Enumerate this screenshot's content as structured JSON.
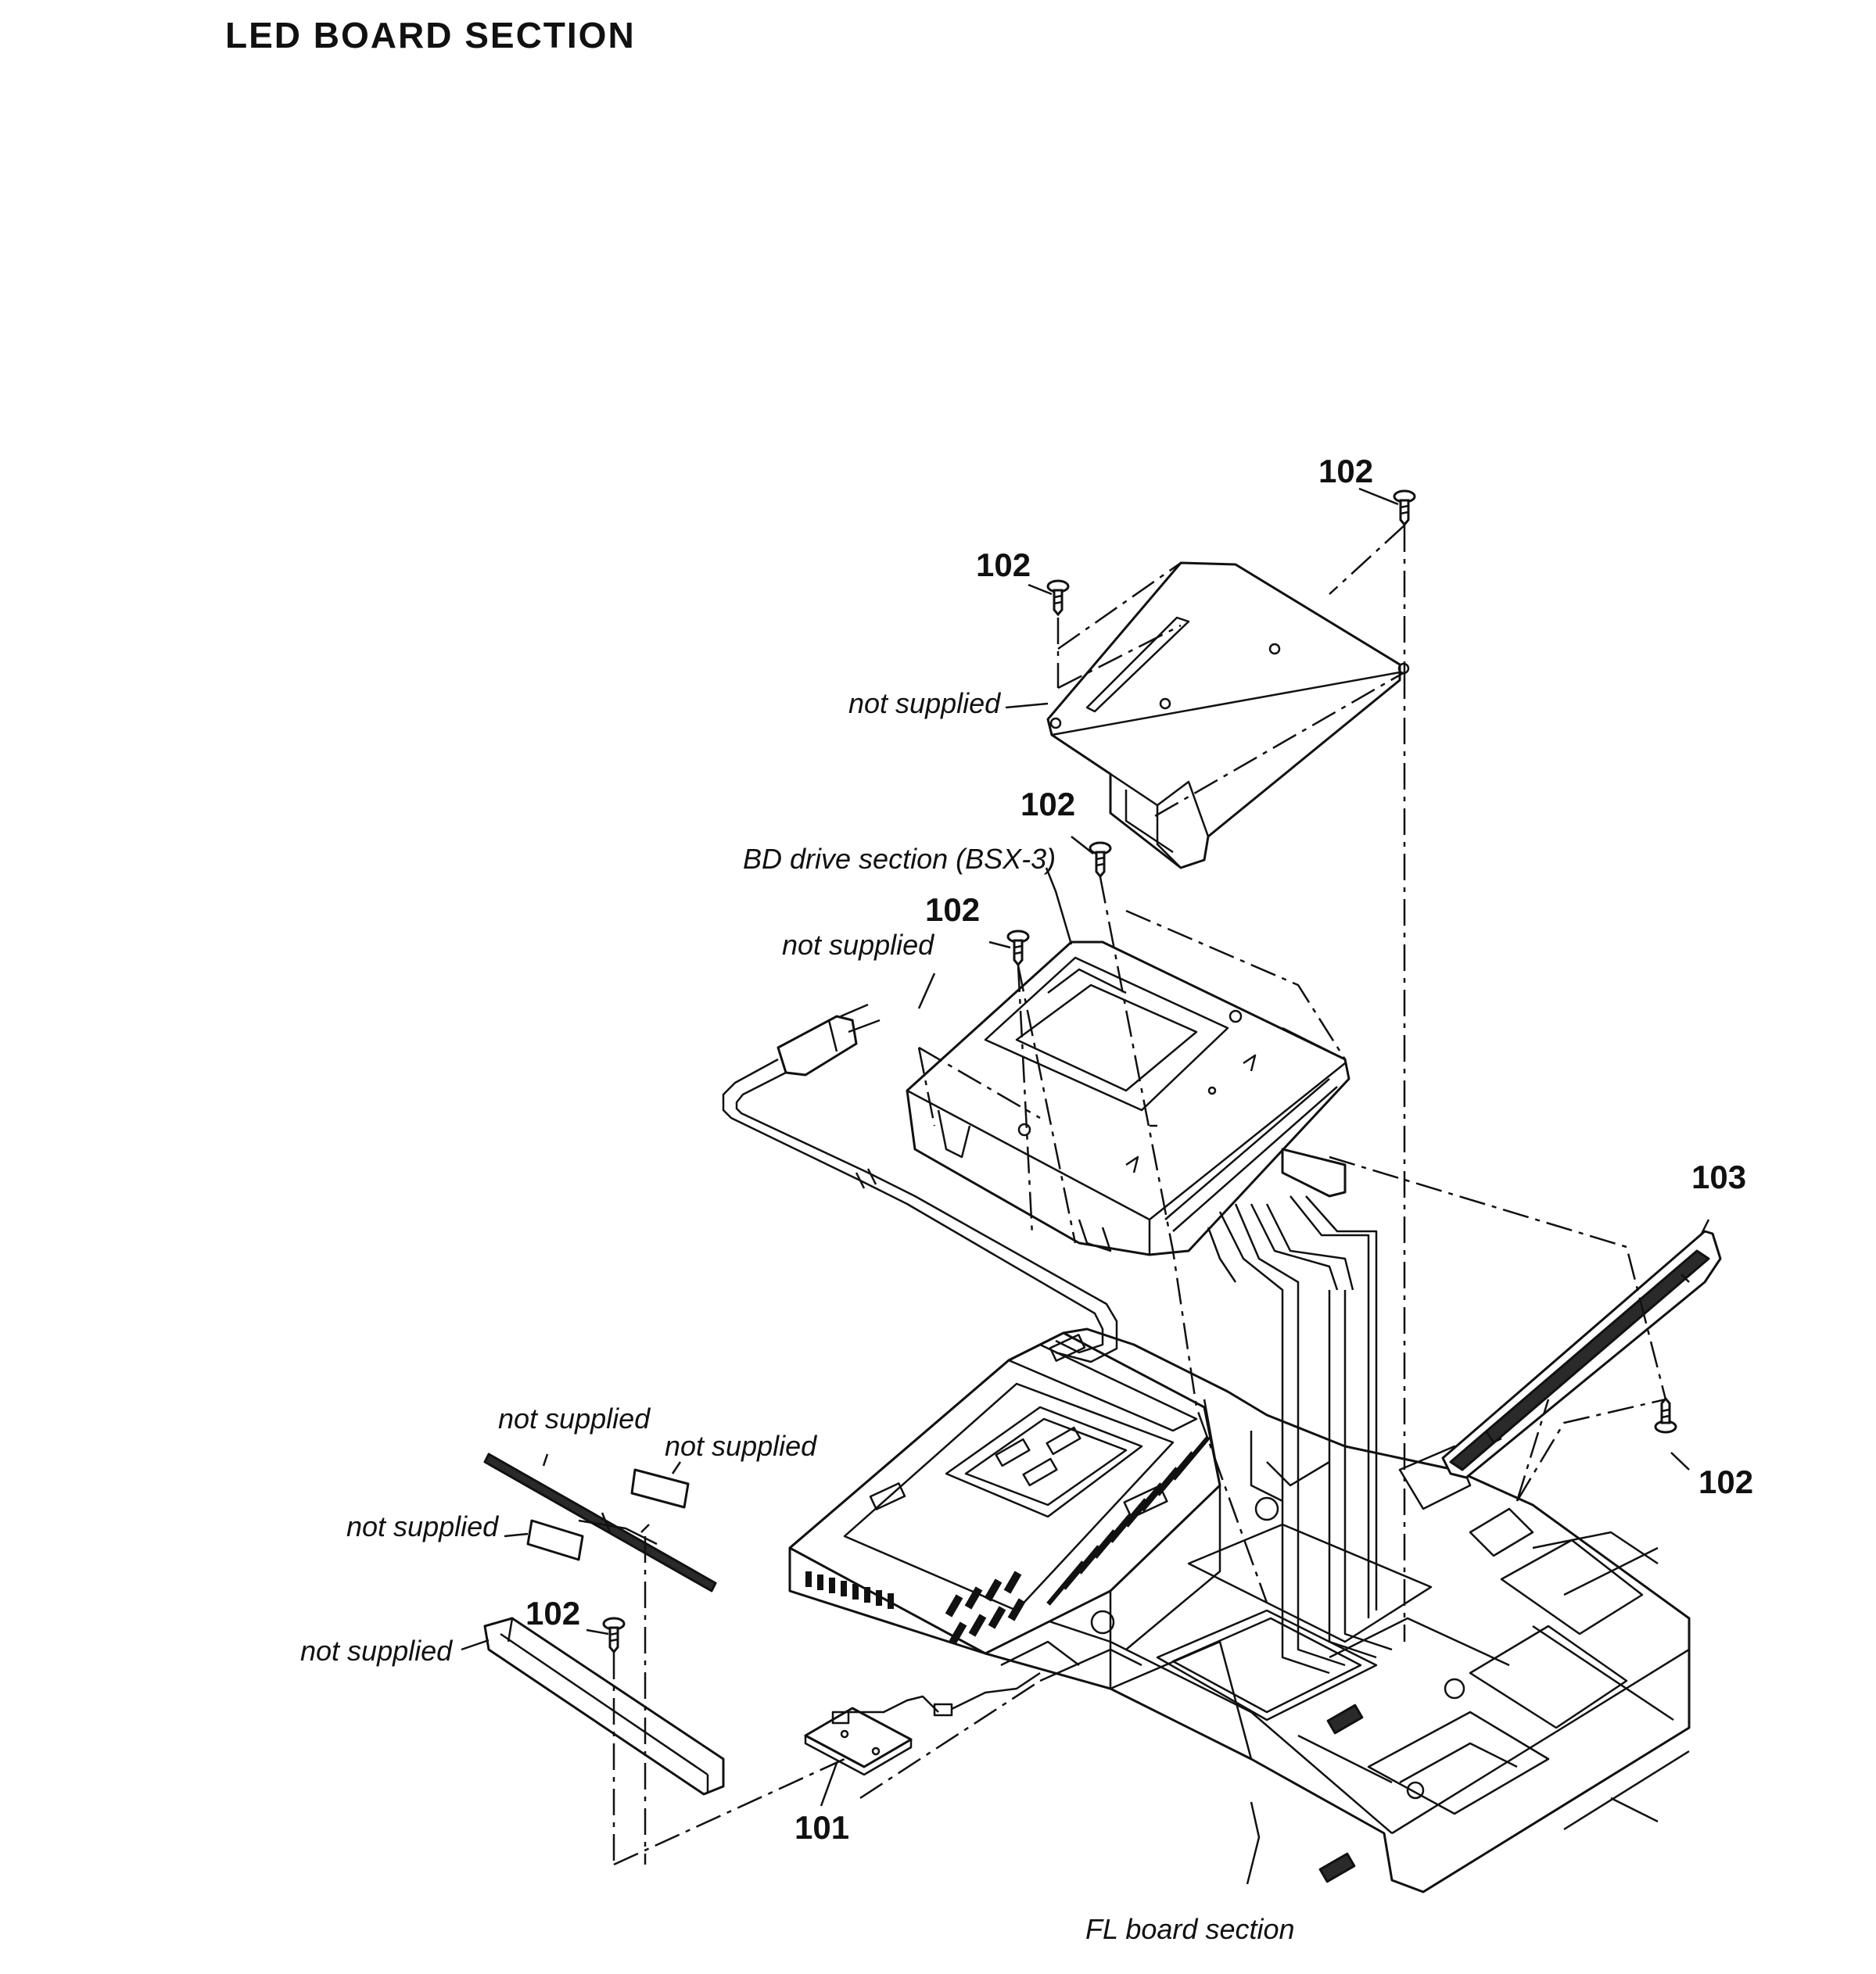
{
  "title": "LED BOARD SECTION",
  "part_labels": {
    "p101": "101",
    "p103": "103",
    "p102_top_right": "102",
    "p102_top_left": "102",
    "p102_drive_right": "102",
    "p102_drive_left": "102",
    "p102_right": "102",
    "p102_left": "102"
  },
  "notes": {
    "bracket": "not supplied",
    "sheet": "not supplied",
    "bar_top": "not supplied",
    "tape_right": "not supplied",
    "tape_left": "not supplied",
    "front_piece": "not supplied",
    "bd_drive": "BD drive section (BSX-3)",
    "fl_board": "FL board section"
  }
}
